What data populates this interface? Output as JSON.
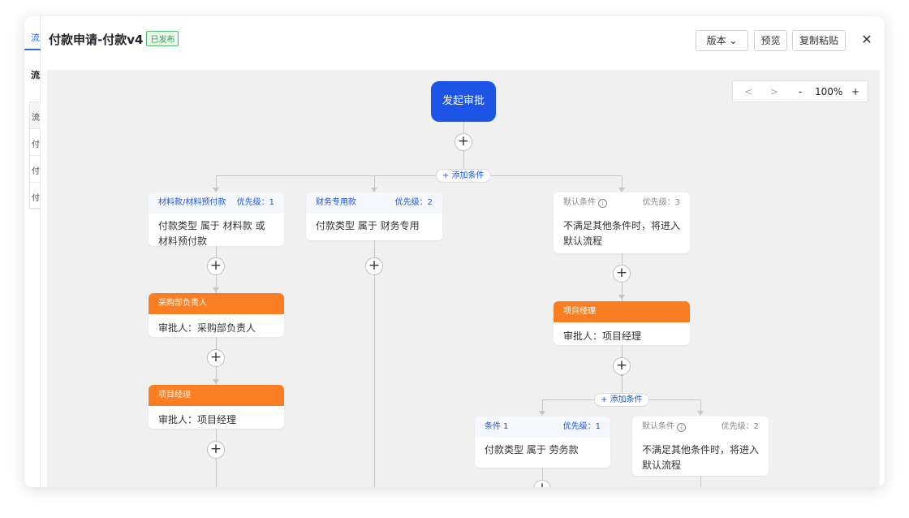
{
  "behind": {
    "tab": "流",
    "heading": "流",
    "rows": [
      "流",
      "付",
      "付",
      "付"
    ]
  },
  "dialog": {
    "title": "付款申请-付款v4",
    "status": "已发布",
    "version_label": "版本 ⌄",
    "preview_label": "预览",
    "copy_label": "复制粘贴",
    "close_label": "✕"
  },
  "zoom": {
    "prev": "<",
    "next": ">",
    "minus": "-",
    "value": "100%",
    "plus": "+"
  },
  "start": "发起审批",
  "add_condition": "+ 添加条件",
  "plus": "+",
  "branches": [
    {
      "title": "材料款/材料预付款",
      "priority": "优先级：1",
      "text": "付款类型 属于 材料款 或 材料预付款"
    },
    {
      "title": "财务专用款",
      "priority": "优先级：2",
      "text": "付款类型 属于 财务专用"
    },
    {
      "title": "默认条件",
      "priority": "优先级：3",
      "text": "不满足其他条件时，将进入默认流程"
    }
  ],
  "approvers": [
    {
      "title": "采购部负责人",
      "text": "审批人：采购部负责人"
    },
    {
      "title": "项目经理",
      "text": "审批人：项目经理"
    },
    {
      "title": "项目经理",
      "text": "审批人：项目经理"
    }
  ],
  "sub_branches": [
    {
      "title": "条件 1",
      "priority": "优先级：1",
      "text": "付款类型 属于 劳务款"
    },
    {
      "title": "默认条件",
      "priority": "优先级：2",
      "text": "不满足其他条件时，将进入默认流程"
    }
  ],
  "info_icon": "i"
}
